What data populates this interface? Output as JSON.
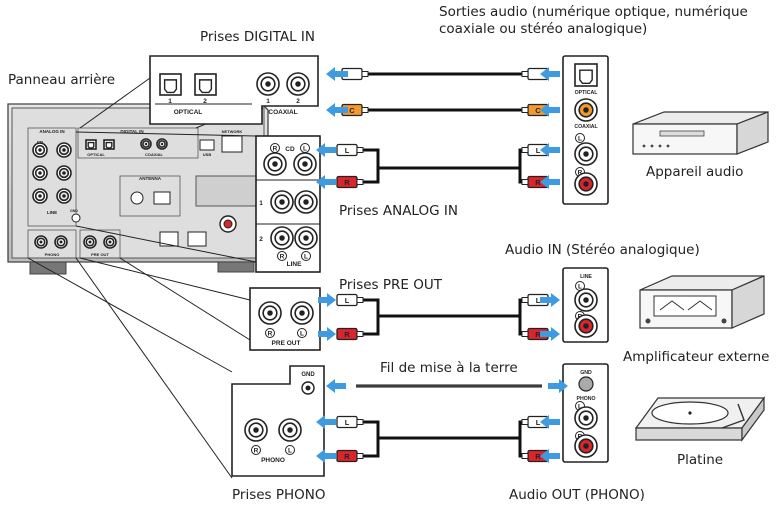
{
  "labels": {
    "digital_in": "Prises DIGITAL IN",
    "audio_outputs": "Sorties audio (numérique optique, numérique coaxiale ou stéréo analogique)",
    "rear_panel": "Panneau arrière",
    "audio_device": "Appareil audio",
    "analog_in": "Prises ANALOG IN",
    "audio_in_stereo": "Audio IN (Stéréo analogique)",
    "pre_out": "Prises PRE OUT",
    "external_amp": "Amplificateur externe",
    "ground_wire": "Fil de mise à la terre",
    "turntable": "Platine",
    "phono_jacks": "Prises PHONO",
    "audio_out_phono": "Audio OUT (PHONO)"
  },
  "panel_text": {
    "optical": "OPTICAL",
    "coaxial": "COAXIAL",
    "digital_in": "DIGITAL IN",
    "analog_in": "ANALOG IN",
    "cd": "CD",
    "line": "LINE",
    "phono": "PHONO",
    "pre_out": "PRE OUT",
    "usb": "USB",
    "network": "NETWORK",
    "antenna": "ANTENNA",
    "gnd": "GND",
    "num1": "1",
    "num2": "2",
    "L": "L",
    "R": "R",
    "C": "C"
  },
  "colors": {
    "arrow": "#3e9be2",
    "plug_red": "#d8262c",
    "plug_orange": "#f39a2e",
    "outline": "#222222",
    "panel_gray": "#d9d9d9",
    "panel_dark": "#9a9a9a"
  }
}
